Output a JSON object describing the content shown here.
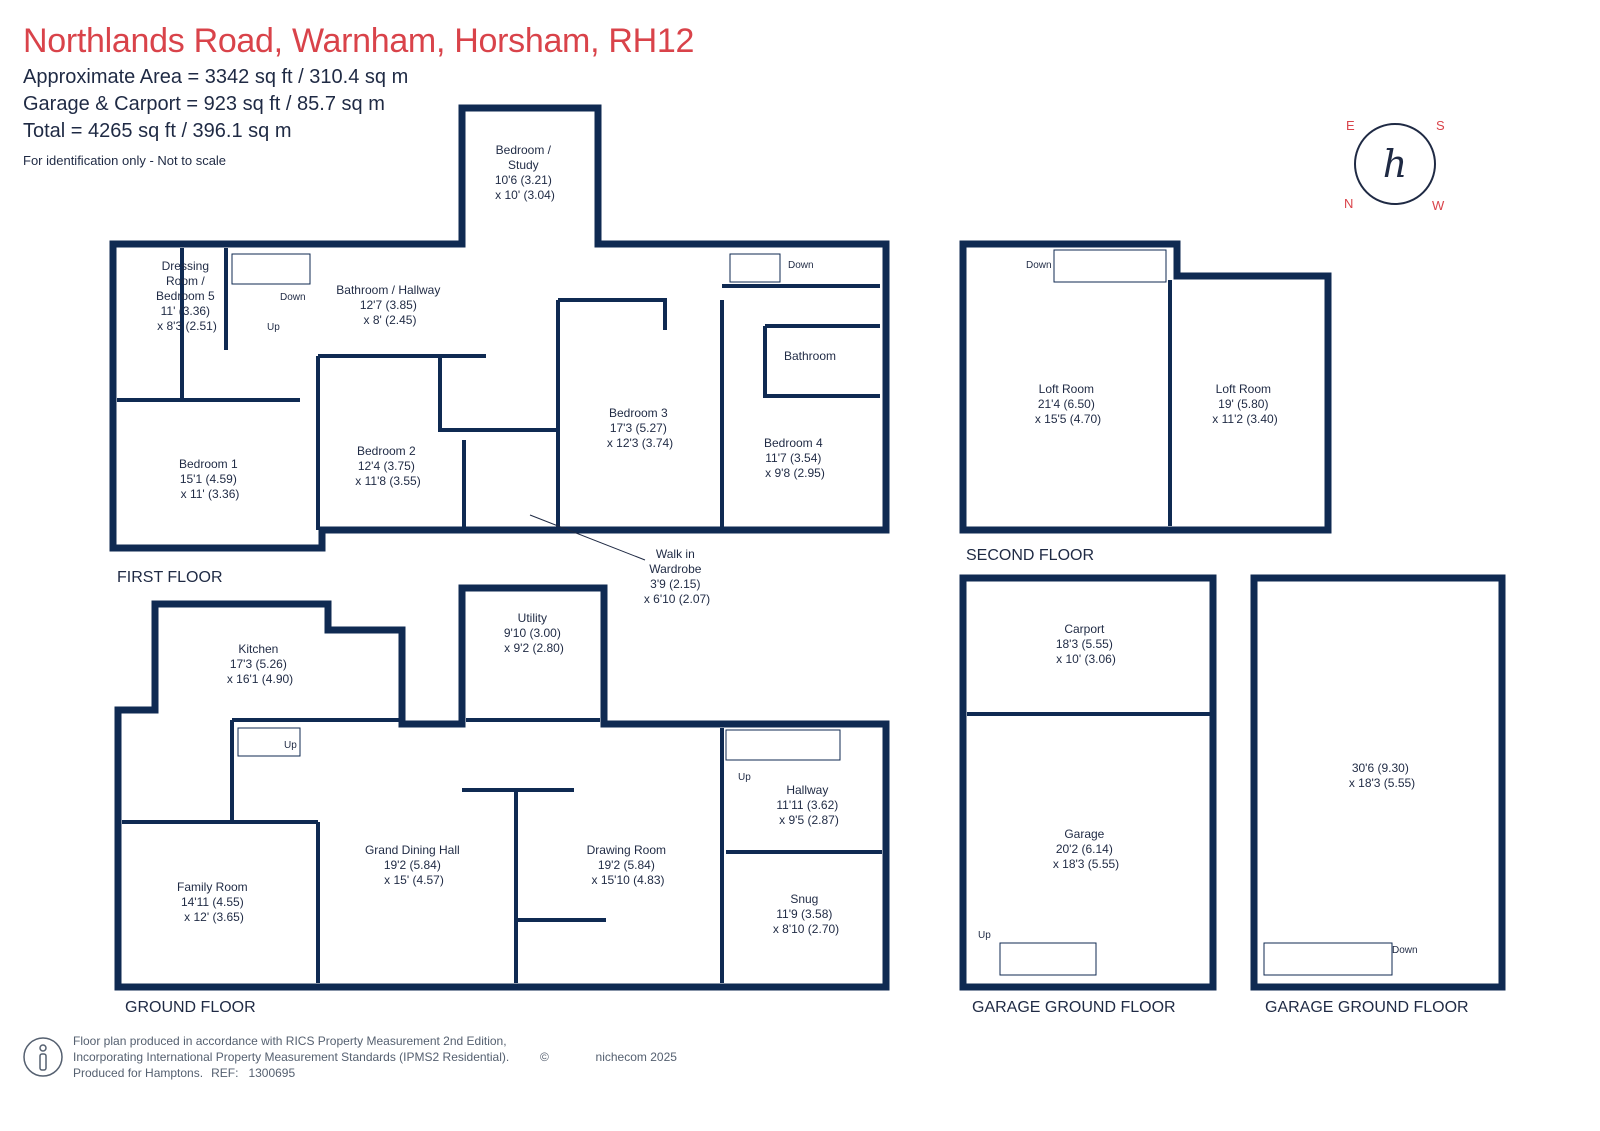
{
  "header": {
    "title": "Northlands Road, Warnham, Horsham, RH12",
    "area_lines": [
      "Approximate Area = 3342 sq ft / 310.4 sq m",
      "Garage & Carport = 923 sq ft / 85.7 sq m",
      "Total = 4265 sq ft / 396.1 sq m"
    ],
    "note": "For identification only - Not to scale"
  },
  "compass": {
    "letters": [
      "S",
      "W",
      "N",
      "E"
    ],
    "monogram": "h"
  },
  "floors": {
    "first": "FIRST FLOOR",
    "second": "SECOND FLOOR",
    "ground": "GROUND FLOOR",
    "garage_ground_1": "GARAGE GROUND FLOOR",
    "garage_ground_2": "GARAGE GROUND FLOOR"
  },
  "rooms": {
    "bedroom_study": [
      "Bedroom /",
      "Study",
      "10'6 (3.21)",
      "x 10' (3.04)"
    ],
    "dressing_room": [
      "Dressing",
      "Room /",
      "Bedroom 5",
      "11' (3.36)",
      "x 8'3 (2.51)"
    ],
    "bathroom_hallway": [
      "Bathroom / Hallway",
      "12'7 (3.85)",
      "x 8' (2.45)"
    ],
    "bathroom": [
      "Bathroom"
    ],
    "bedroom1": [
      "Bedroom 1",
      "15'1 (4.59)",
      "x 11' (3.36)"
    ],
    "bedroom2": [
      "Bedroom 2",
      "12'4 (3.75)",
      "x 11'8 (3.55)"
    ],
    "bedroom3": [
      "Bedroom 3",
      "17'3 (5.27)",
      "x 12'3 (3.74)"
    ],
    "bedroom4": [
      "Bedroom 4",
      "11'7 (3.54)",
      "x 9'8 (2.95)"
    ],
    "walk_in": [
      "Walk in",
      "Wardrobe",
      "3'9 (2.15)",
      "x 6'10 (2.07)"
    ],
    "loft1": [
      "Loft Room",
      "21'4 (6.50)",
      "x 15'5 (4.70)"
    ],
    "loft2": [
      "Loft Room",
      "19' (5.80)",
      "x 11'2 (3.40)"
    ],
    "kitchen": [
      "Kitchen",
      "17'3 (5.26)",
      "x 16'1 (4.90)"
    ],
    "utility": [
      "Utility",
      "9'10 (3.00)",
      "x 9'2 (2.80)"
    ],
    "family": [
      "Family Room",
      "14'11 (4.55)",
      "x 12' (3.65)"
    ],
    "dining": [
      "Grand Dining Hall",
      "19'2 (5.84)",
      "x 15' (4.57)"
    ],
    "drawing": [
      "Drawing Room",
      "19'2 (5.84)",
      "x 15'10 (4.83)"
    ],
    "hallway": [
      "Hallway",
      "11'11 (3.62)",
      "x 9'5 (2.87)"
    ],
    "snug": [
      "Snug",
      "11'9 (3.58)",
      "x 8'10 (2.70)"
    ],
    "carport": [
      "Carport",
      "18'3 (5.55)",
      "x 10' (3.06)"
    ],
    "garage": [
      "Garage",
      "20'2 (6.14)",
      "x 18'3 (5.55)"
    ],
    "garage2": [
      "30'6 (9.30)",
      "x 18'3 (5.55)"
    ]
  },
  "stair_labels": {
    "down": "Down",
    "up": "Up"
  },
  "footer": {
    "lines": [
      "Floor plan produced in accordance with RICS Property Measurement 2nd Edition,",
      "Incorporating International Property Measurement Standards (IPMS2 Residential).",
      "Produced for Hamptons."
    ],
    "ref_label": "REF:",
    "ref_value": "1300695",
    "copyright": "©",
    "brand": "nichecom 2025"
  },
  "colors": {
    "wall": "#0f2a52",
    "title": "#d9434a",
    "text": "#1f2a44"
  }
}
